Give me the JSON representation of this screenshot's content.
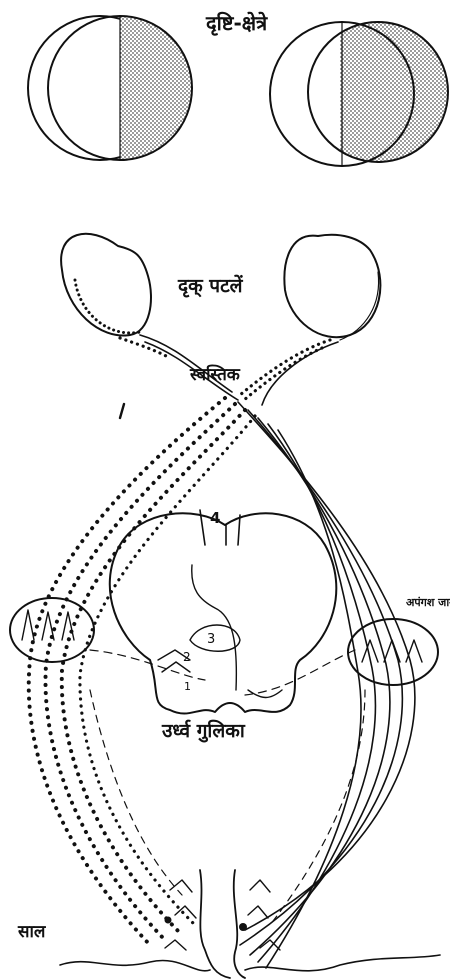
{
  "labels": {
    "visual_fields": "दृष्टि-क्षेत्रे",
    "eyeballs": "दृक् पटलें",
    "chiasma": "स्वस्तिक",
    "lgb": "अपंगश जानुक",
    "superior_colliculus": "उर्ध्व गुलिका",
    "numeral_4": "4",
    "numeral_3": "3",
    "numeral_2": "2",
    "numeral_1": "1",
    "cortex": "साल"
  },
  "colors": {
    "ink": "#111111",
    "paper": "#ffffff",
    "shade": "#9a9a9a"
  }
}
